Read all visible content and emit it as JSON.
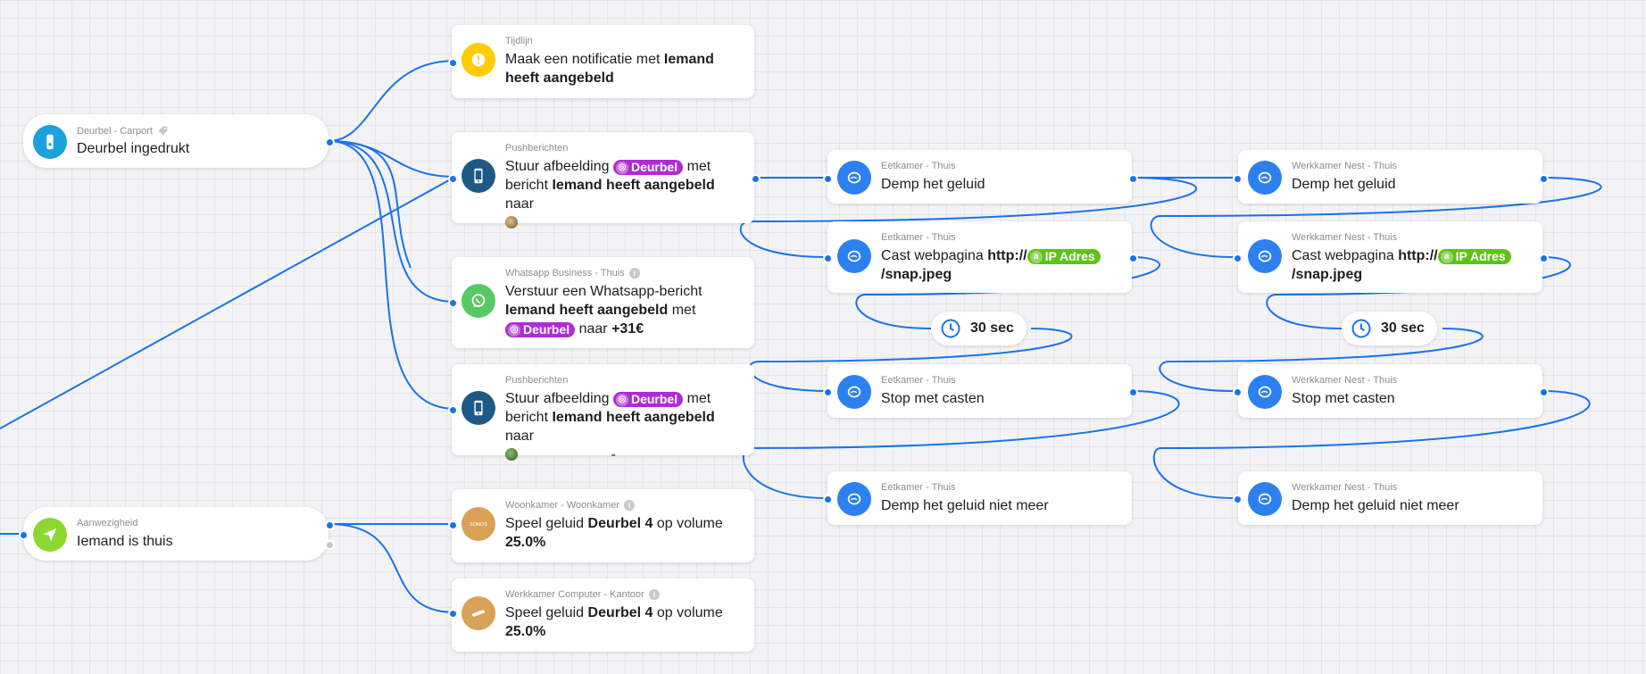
{
  "colors": {
    "wire": "#1a73e8",
    "tag_purple": "#b02ad6",
    "tag_green": "#5ec21b",
    "homey_blue": "#2d80f0",
    "timeline_yellow": "#ffcc00",
    "push_navy": "#1f5a86",
    "whatsapp_green": "#58c865",
    "presence_green": "#8ed631",
    "sonos_tan": "#d9a257",
    "doorbell_blue": "#1da1dc"
  },
  "triggers": {
    "doorbell": {
      "header": "Deurbel - Carport",
      "title": "Deurbel ingedrukt",
      "icon": "doorbell-icon"
    },
    "presence": {
      "header": "Aanwezigheid",
      "title": "Iemand is thuis",
      "icon": "navigation-arrow-icon"
    }
  },
  "actions": {
    "timeline": {
      "header": "Tijdlijn",
      "text_pre": "Maak een notificatie met ",
      "text_bold": "Iemand heeft aangebeld",
      "icon": "exclamation-icon"
    },
    "push1": {
      "header": "Pushberichten",
      "t1": "Stuur afbeelding",
      "tag": "Deurbel",
      "t2": "met bericht",
      "bold": "Iemand heeft aangebeld",
      "t3": "naar",
      "icon": "phone-icon"
    },
    "whatsapp": {
      "header": "Whatsapp Business - Thuis",
      "t1": "Verstuur een Whatsapp-bericht",
      "bold": "Iemand heeft aangebeld",
      "t2": "met",
      "tag": "Deurbel",
      "t3": "naar",
      "number": "+31€",
      "icon": "whatsapp-icon"
    },
    "push2": {
      "header": "Pushberichten",
      "t1": "Stuur afbeelding",
      "tag": "Deurbel",
      "t2": "met bericht",
      "bold": "Iemand heeft aangebeld",
      "t3": "naar",
      "tail": "-",
      "icon": "phone-icon"
    },
    "sonos_woonkamer": {
      "header": "Woonkamer - Woonkamer",
      "t1": "Speel geluid",
      "bold": "Deurbel 4",
      "t2": "op volume",
      "volume": "25.0%",
      "icon": "sonos-speaker-icon"
    },
    "sonos_werkkamer": {
      "header": "Werkkamer Computer - Kantoor",
      "t1": "Speel geluid",
      "bold": "Deurbel 4",
      "t2": "op volume",
      "volume": "25.0%",
      "icon": "speaker-icon"
    }
  },
  "chains": [
    {
      "mute": {
        "header": "Eetkamer - Thuis",
        "text": "Demp het geluid"
      },
      "cast": {
        "header": "Eetkamer - Thuis",
        "t1": "Cast webpagina",
        "bold": "http://",
        "tag": "IP Adres",
        "t2": "/snap.jpeg"
      },
      "delay": "30 sec",
      "stop": {
        "header": "Eetkamer - Thuis",
        "text": "Stop met casten"
      },
      "unmute": {
        "header": "Eetkamer - Thuis",
        "text": "Demp het geluid niet meer"
      }
    },
    {
      "mute": {
        "header": "Werkkamer Nest - Thuis",
        "text": "Demp het geluid"
      },
      "cast": {
        "header": "Werkkamer Nest - Thuis",
        "t1": "Cast webpagina",
        "bold": "http://",
        "tag": "IP Adres",
        "t2": "/snap.jpeg"
      },
      "delay": "30 sec",
      "stop": {
        "header": "Werkkamer Nest - Thuis",
        "text": "Stop met casten"
      },
      "unmute": {
        "header": "Werkkamer Nest - Thuis",
        "text": "Demp het geluid niet meer"
      }
    }
  ]
}
